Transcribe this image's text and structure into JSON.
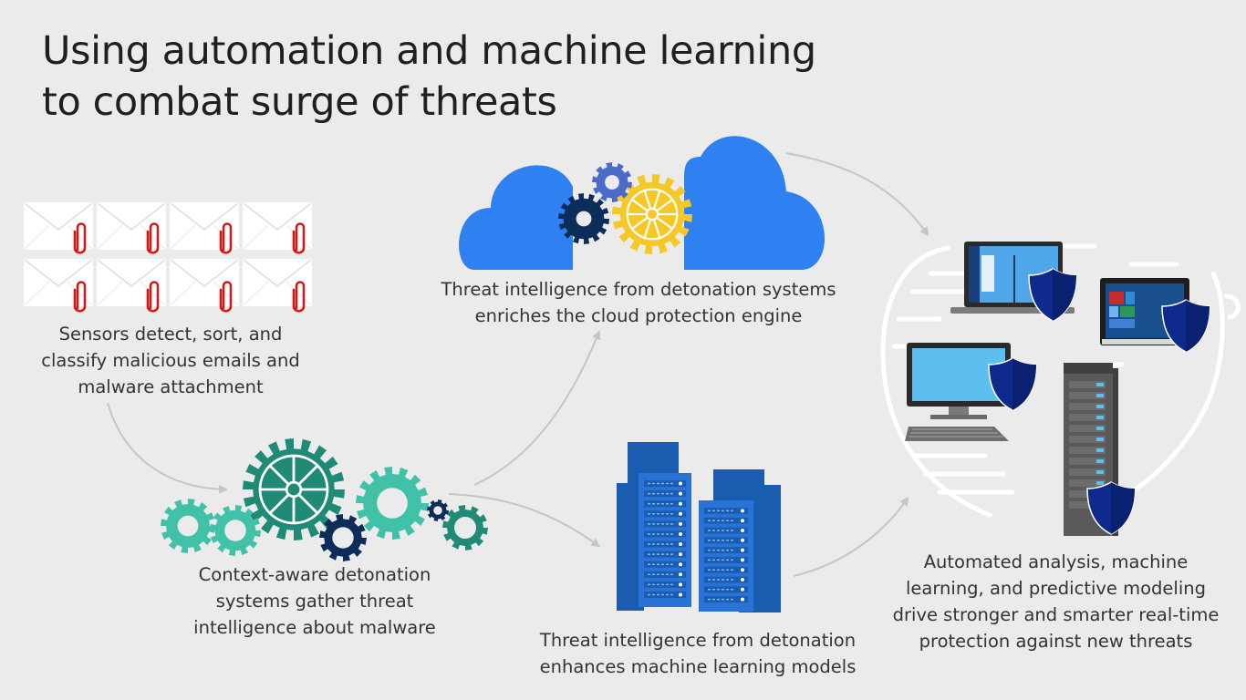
{
  "title": {
    "line1": "Using automation and machine learning",
    "line2": "to combat surge of threats"
  },
  "steps": [
    {
      "id": "sensors",
      "lines": [
        "Sensors detect, sort, and",
        "classify malicious emails and",
        "malware attachment"
      ]
    },
    {
      "id": "detonation",
      "lines": [
        "Context-aware detonation",
        "systems gather threat",
        "intelligence about malware"
      ]
    },
    {
      "id": "cloud",
      "lines": [
        "Threat intelligence from detonation systems",
        "enriches the cloud protection engine"
      ]
    },
    {
      "id": "ml",
      "lines": [
        "Threat intelligence from detonation",
        "enhances machine learning models"
      ]
    },
    {
      "id": "protect",
      "lines": [
        "Automated analysis, machine",
        "learning, and predictive modeling",
        "drive stronger and smarter real-time",
        "protection against new threats"
      ]
    }
  ],
  "colors": {
    "background": "#ebebeb",
    "attachment_red": "#d11a1a",
    "cloud_blue": "#2f80f1",
    "gear_yellow": "#f6c827",
    "gear_navy": "#0c2d5a",
    "gear_violet": "#4a6cc8",
    "gear_teal": "#1f8a75",
    "gear_mint": "#41c2a8",
    "server_blue": "#1a5db0",
    "shield_navy": "#0e2a8c",
    "screen_blue": "#5cbfef",
    "arrow_gray": "#c5c5c5"
  },
  "icons": [
    "envelope-icon",
    "paperclip-icon",
    "cloud-icon",
    "gear-icon",
    "server-icon",
    "laptop-icon",
    "desktop-icon",
    "all-in-one-icon",
    "tower-server-icon",
    "shield-icon"
  ]
}
